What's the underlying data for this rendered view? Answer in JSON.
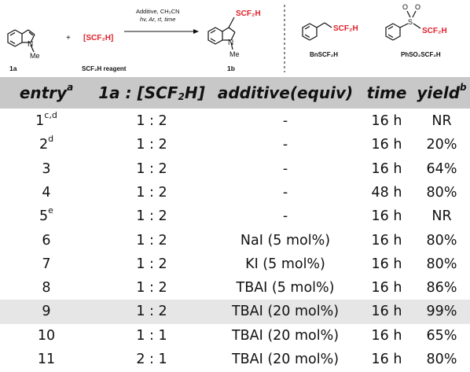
{
  "scheme": {
    "reactant_label": "1a",
    "reactant_substituent": "N",
    "reactant_methyl": "Me",
    "plus": "+",
    "reagent_bracket": "[SCF₂H]",
    "reagent_caption": "SCF₂H reagent",
    "conditions_line1": "Additive, CH₃CN",
    "conditions_line2": "hv, Ar, rt, time",
    "product_label": "1b",
    "product_group": "SCF₂H",
    "product_methyl": "Me",
    "reagent1_group": "SCF₂H",
    "reagent1_caption": "BnSCF₂H",
    "reagent2_group": "SCF₂H",
    "reagent2_caption": "PhSO₂SCF₂H",
    "accent_color": "#e0202a"
  },
  "table": {
    "headers": {
      "entry": "entry",
      "entry_sup": "a",
      "ratio_prefix": "1a : [SCF",
      "ratio_sub": "2",
      "ratio_suffix": "H]",
      "additive": "additive(equiv)",
      "time": "time",
      "yield": "yield",
      "yield_sup": "b"
    },
    "header_bg": "#c8c8c8",
    "highlight_bg": "#e6e6e6",
    "rows": [
      {
        "entry": "1",
        "sup": "c,d",
        "ratio": "1 : 2",
        "additive": "-",
        "time": "16 h",
        "yield": "NR"
      },
      {
        "entry": "2",
        "sup": "d",
        "ratio": "1 : 2",
        "additive": "-",
        "time": "16 h",
        "yield": "20%"
      },
      {
        "entry": "3",
        "sup": "",
        "ratio": "1 : 2",
        "additive": "-",
        "time": "16 h",
        "yield": "64%"
      },
      {
        "entry": "4",
        "sup": "",
        "ratio": "1 : 2",
        "additive": "-",
        "time": "48 h",
        "yield": "80%"
      },
      {
        "entry": "5",
        "sup": "e",
        "ratio": "1 : 2",
        "additive": "-",
        "time": "16 h",
        "yield": "NR"
      },
      {
        "entry": "6",
        "sup": "",
        "ratio": "1 : 2",
        "additive": "NaI (5 mol%)",
        "time": "16 h",
        "yield": "80%"
      },
      {
        "entry": "7",
        "sup": "",
        "ratio": "1 : 2",
        "additive": "KI (5 mol%)",
        "time": "16 h",
        "yield": "80%"
      },
      {
        "entry": "8",
        "sup": "",
        "ratio": "1 : 2",
        "additive": "TBAI (5 mol%)",
        "time": "16 h",
        "yield": "86%"
      },
      {
        "entry": "9",
        "sup": "",
        "ratio": "1 : 2",
        "additive": "TBAI (20 mol%)",
        "time": "16 h",
        "yield": "99%",
        "highlight": true
      },
      {
        "entry": "10",
        "sup": "",
        "ratio": "1 : 1",
        "additive": "TBAI (20 mol%)",
        "time": "16 h",
        "yield": "65%"
      },
      {
        "entry": "11",
        "sup": "",
        "ratio": "2 : 1",
        "additive": "TBAI (20 mol%)",
        "time": "16 h",
        "yield": "80%"
      }
    ]
  }
}
